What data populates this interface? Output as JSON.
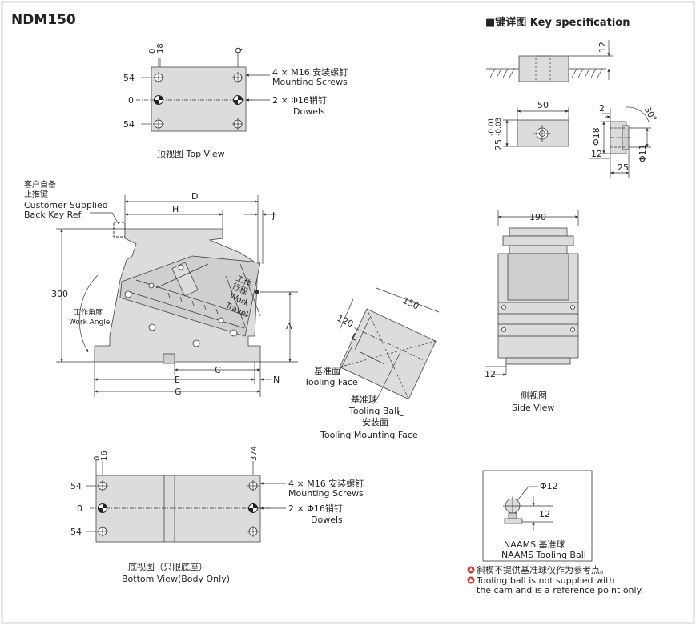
{
  "model": "NDM150",
  "key_spec": {
    "title": "■键详图 Key specification",
    "dim_12": "12",
    "dim_50": "50",
    "dim_25": "25",
    "tol_upper": "-0.01",
    "tol_lower": "-0.03",
    "dim_2": "2",
    "dim_30": "30°",
    "dim_phi18": "Φ18",
    "dim_phi11": "Φ11",
    "dim_12b": "12",
    "dim_25b": "25"
  },
  "top_view": {
    "caption": "顶视图 Top View",
    "x_labels": [
      "0",
      "18",
      "Q"
    ],
    "y_labels": [
      "54",
      "0",
      "54"
    ],
    "screws_cn": "4 × M16 安装螺钉",
    "screws_en": "Mounting Screws",
    "dowels_cn": "2 × Φ16销钉",
    "dowels_en": "Dowels"
  },
  "front_view": {
    "key_cn1": "客户自备",
    "key_cn2": "止推键",
    "key_en1": "Customer Supplied",
    "key_en2": "Back Key Ref.",
    "dim_D": "D",
    "dim_H": "H",
    "dim_J": "J",
    "dim_300": "300",
    "angle_cn": "工作角度",
    "angle_en": "Work Angle",
    "travel_cn1": "工作",
    "travel_cn2": "行程",
    "travel_en1": "Work",
    "travel_en2": "Travel",
    "dim_A": "A",
    "dim_C": "C",
    "dim_E": "E",
    "dim_G": "G",
    "dim_N": "N"
  },
  "tooling": {
    "dim_150": "150",
    "dim_120": "120",
    "dim_L": "L",
    "face_cn": "基准面",
    "face_en": "Tooling Face",
    "ball_cn": "基准球",
    "ball_en": "Tooling Ball",
    "mount_cn": "安装面",
    "mount_en": "Tooling Mounting Face",
    "cl": "℄"
  },
  "side_view": {
    "dim_190": "190",
    "dim_12": "12",
    "caption_cn": "侧视图",
    "caption_en": "Side  View"
  },
  "bottom_view": {
    "x_labels": [
      "0",
      "16",
      "374"
    ],
    "y_labels": [
      "54",
      "0",
      "54"
    ],
    "screws_cn": "4 × M16 安装螺钉",
    "screws_en": "Mounting Screws",
    "dowels_cn": "2 × Φ16销钉",
    "dowels_en": "Dowels",
    "caption_cn": "底视图（只限底座）",
    "caption_en": "Bottom View(Body Only)"
  },
  "naams": {
    "dim_phi12": "Φ12",
    "dim_12": "12",
    "label_cn": "NAAMS 基准球",
    "label_en": "NAAMS Tooling Ball"
  },
  "notes": {
    "cn": "斜楔不提供基准球仅作为参考点。",
    "en1": "Tooling ball is not supplied with",
    "en2": "the cam and is a reference point only."
  },
  "colors": {
    "part_fill": "#dcdcdc",
    "warn": "#d9342b",
    "frame": "#9a9a9a"
  }
}
